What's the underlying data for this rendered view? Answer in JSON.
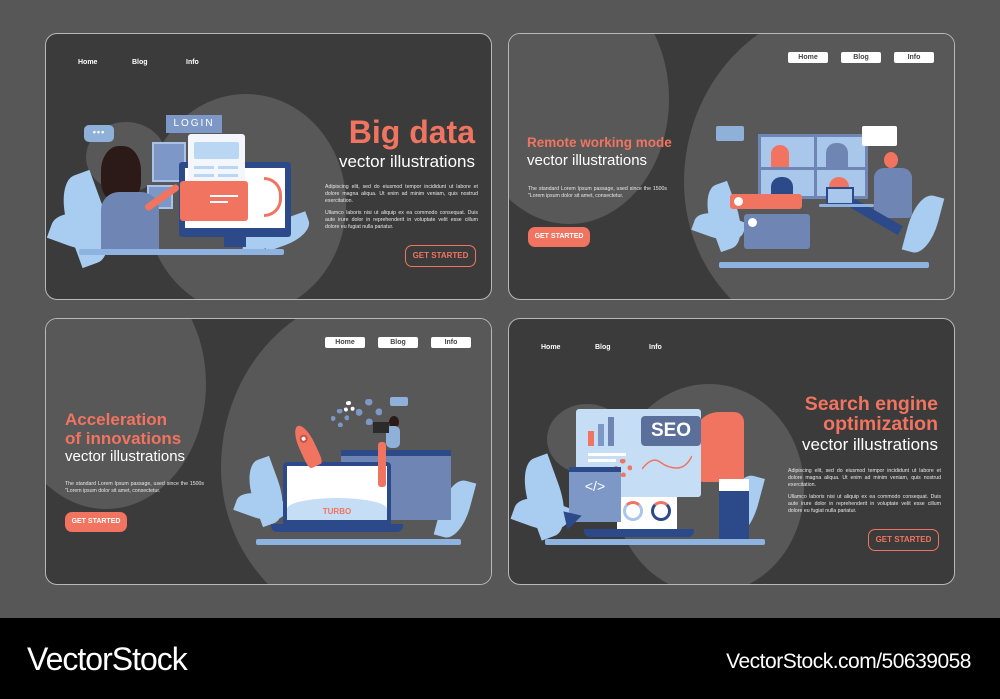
{
  "colors": {
    "page_bg": "#575757",
    "card_bg": "#3b3b3b",
    "accent": "#f07460",
    "blue_dark": "#2c4a8a",
    "blue_light": "#a9cdf0",
    "blue_mid": "#6f8fc4"
  },
  "cards": [
    {
      "nav": [
        "Home",
        "Blog",
        "Info"
      ],
      "nav_style": "plain",
      "title": "Big data",
      "subtitle": "vector illustrations",
      "paragraphs": [
        "Adipiscing elit, sed do eiusmod tempor incididunt ut labore et dolore magna aliqua. Ut enim ad minim veniam, quis nostrud exercitation.",
        "Ullamco laboris nisi ut aliquip ex ea commodo consequat. Duis aute irure dolor in reprehenderit in voluptate velit esse cillum dolore eu fugiat nulla pariatur."
      ],
      "button": "GET STARTED",
      "illustration": {
        "login_label": "LOGIN",
        "icons": [
          "chat-bubble",
          "image-card",
          "computer-monitor",
          "document",
          "arrow-refresh",
          "folder"
        ]
      }
    },
    {
      "nav": [
        "Home",
        "Blog",
        "Info"
      ],
      "nav_style": "pill",
      "title": "Remote working mode",
      "subtitle": "vector illustrations",
      "paragraphs": [
        "The standard Lorem Ipsum passage, used since the 1500s \"Lorem ipsum dolor sit amet, consectetur."
      ],
      "button": "GET STARTED",
      "illustration": {
        "icons": [
          "video-call-grid",
          "chat-bubble",
          "headset-person",
          "laptop",
          "notification-card"
        ]
      }
    },
    {
      "nav": [
        "Home",
        "Blog",
        "Info"
      ],
      "nav_style": "pill",
      "title_lines": [
        "Acceleration",
        "of innovations"
      ],
      "subtitle": "vector illustrations",
      "paragraphs": [
        "The standard Lorem Ipsum passage, used since the 1500s \"Lorem ipsum dolor sit amet, consectetur."
      ],
      "button": "GET STARTED",
      "illustration": {
        "laptop_label": "TURBO",
        "icons": [
          "rocket",
          "gears",
          "laptop",
          "browser-window",
          "person-laptop"
        ]
      }
    },
    {
      "nav": [
        "Home",
        "Blog",
        "Info"
      ],
      "nav_style": "plain",
      "title_lines": [
        "Search engine",
        "optimization"
      ],
      "subtitle": "vector illustrations",
      "paragraphs": [
        "Adipiscing elit, sed do eiusmod tempor incididunt ut labore et dolore magna aliqua. Ut enim ad minim veniam, quis nostrud exercitation.",
        "Ullamco laboris nisi ut aliquip ex ea commodo consequat. Duis aute irure dolor in reprehenderit in voluptate velit esse cillum dolore eu fugiat nulla pariatur."
      ],
      "button": "GET STARTED",
      "illustration": {
        "seo_label": "SEO",
        "code_label": "</>",
        "icons": [
          "bar-chart",
          "gear",
          "line-chart",
          "donut-chart",
          "code-window",
          "cursor-arrow",
          "hand"
        ]
      }
    }
  ],
  "footer": {
    "brand": "VectorStock",
    "url": "VectorStock.com/50639058"
  }
}
